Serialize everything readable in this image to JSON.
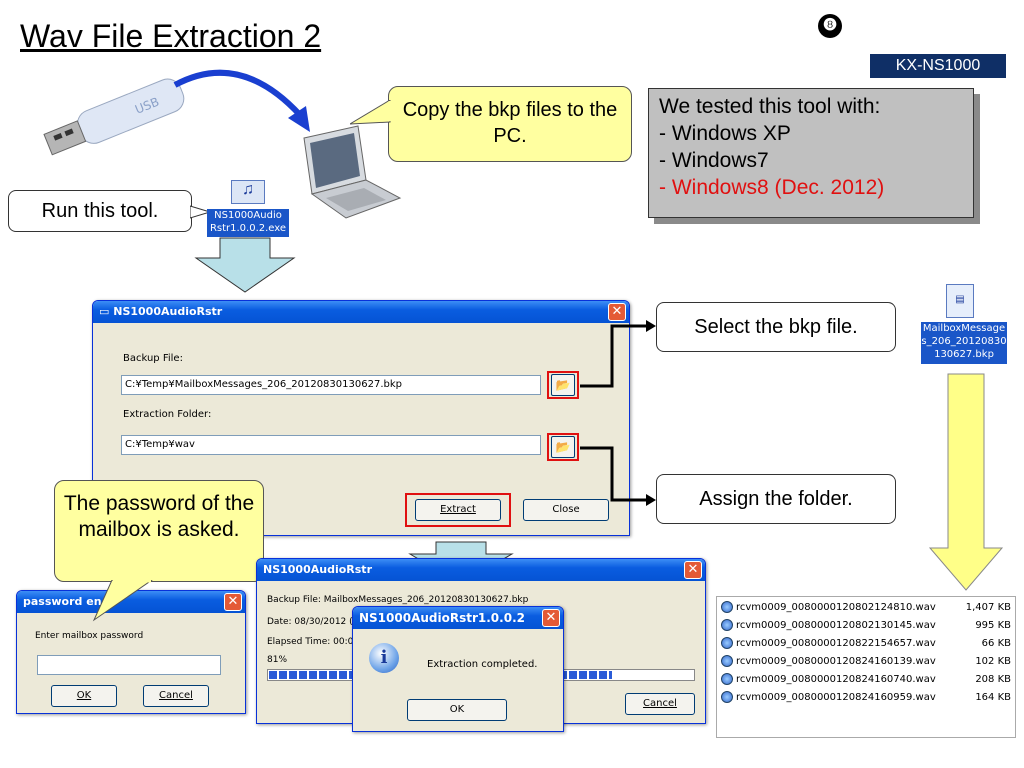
{
  "title": "Wav File Extraction 2",
  "slide_number": "❽",
  "model": "KX-NS1000",
  "callouts": {
    "copy": "Copy the bkp files to the PC.",
    "run": "Run this tool.",
    "select": "Select the bkp file.",
    "assign": "Assign the folder.",
    "password": "The password of the mailbox is asked."
  },
  "tested": {
    "heading": "We tested this tool with:",
    "items": [
      "- Windows XP",
      "- Windows7",
      "- Windows8 (Dec. 2012)"
    ],
    "highlight_color": "#e01010"
  },
  "usb_label": "USB",
  "exe_label": "NS1000Audio Rstr1.0.0.2.exe",
  "bkp_label": "MailboxMessages_206_20120830130627.bkp",
  "main_window": {
    "title": "NS1000AudioRstr",
    "backup_label": "Backup File:",
    "backup_value": "C:¥Temp¥MailboxMessages_206_20120830130627.bkp",
    "folder_label": "Extraction Folder:",
    "folder_value": "C:¥Temp¥wav",
    "extract": "Extract",
    "close": "Close"
  },
  "password_window": {
    "title": "password en",
    "prompt": "Enter mailbox password",
    "ok": "OK",
    "cancel": "Cancel"
  },
  "progress_window": {
    "title": "NS1000AudioRstr",
    "backup": "Backup File: MailboxMessages_206_20120830130627.bkp",
    "date": "Date: 08/30/2012 (",
    "elapsed": "Elapsed Time: 00:0",
    "percent": "81%",
    "progress": 81,
    "cancel": "Cancel"
  },
  "complete_dialog": {
    "title": "NS1000AudioRstr1.0.0.2",
    "message": "Extraction completed.",
    "ok": "OK"
  },
  "files": [
    {
      "name": "rcvm0009_0080000120802124810.wav",
      "size": "1,407 KB"
    },
    {
      "name": "rcvm0009_0080000120802130145.wav",
      "size": "995 KB"
    },
    {
      "name": "rcvm0009_0080000120822154657.wav",
      "size": "66 KB"
    },
    {
      "name": "rcvm0009_0080000120824160139.wav",
      "size": "102 KB"
    },
    {
      "name": "rcvm0009_0080000120824160740.wav",
      "size": "208 KB"
    },
    {
      "name": "rcvm0009_0080000120824160959.wav",
      "size": "164 KB"
    }
  ]
}
